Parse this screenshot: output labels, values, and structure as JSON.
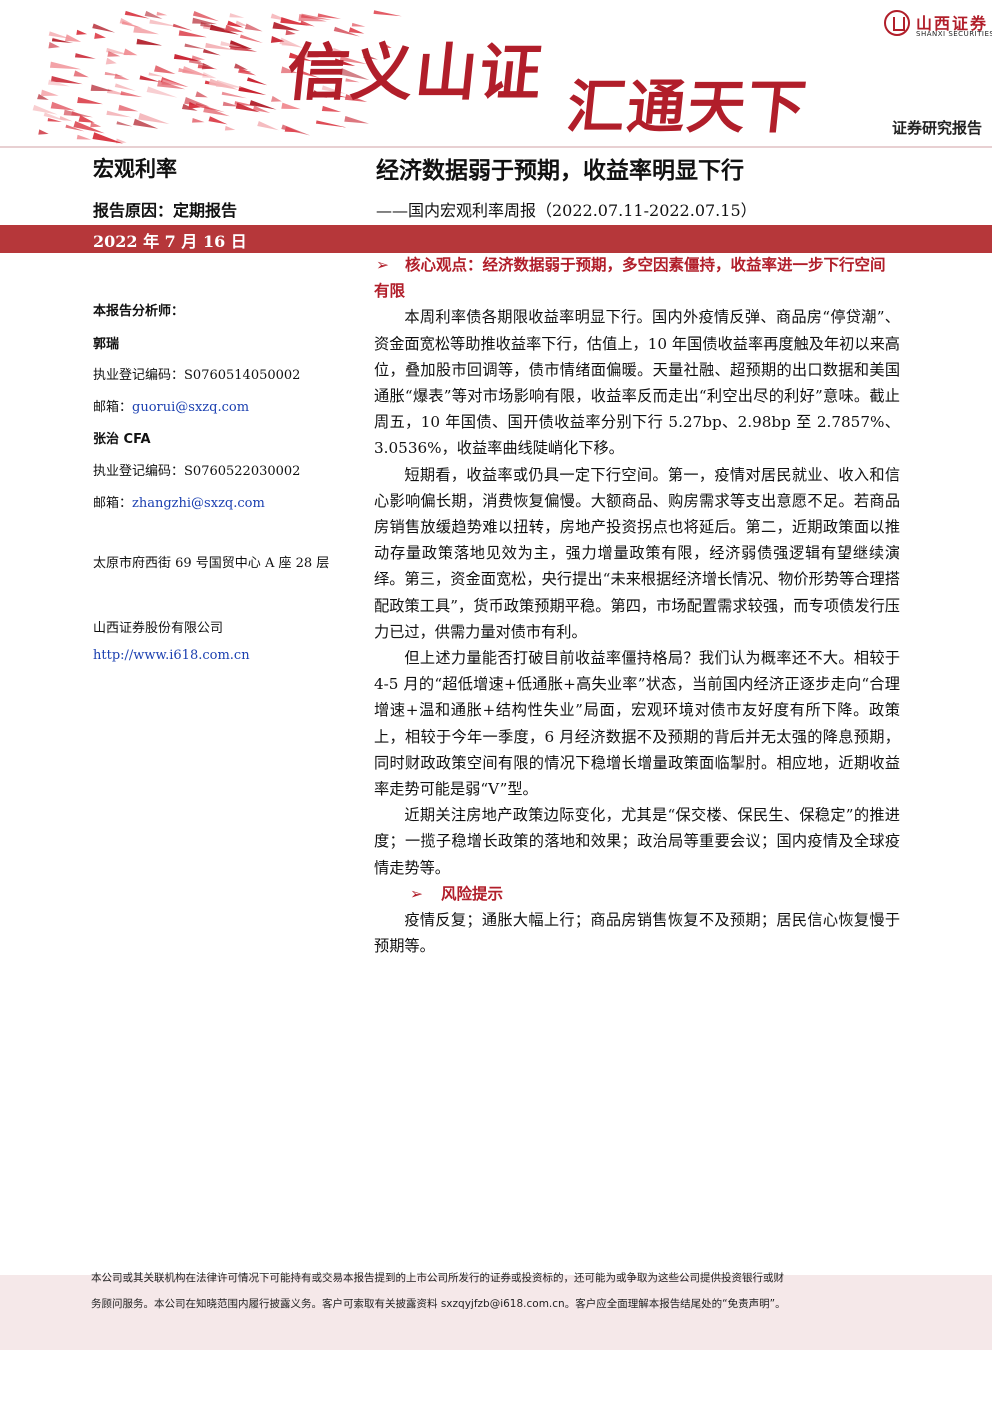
{
  "header": {
    "slogan_part1": "信义山证",
    "slogan_part2": "汇通天下",
    "logo_cn": "山西证券",
    "logo_en": "SHANXI SECURITIES",
    "doc_type": "证券研究报告",
    "brand_color": "#b11e2a"
  },
  "title_block": {
    "section_label": "宏观利率",
    "main_title": "经济数据弱于预期，收益率明显下行",
    "reason": "报告原因：定期报告",
    "subtitle": "——国内宏观利率周报（2022.07.11-2022.07.15）",
    "date": "2022 年 7 月 16 日"
  },
  "sidebar": {
    "analysts_heading": "本报告分析师：",
    "analysts": [
      {
        "name": "郭瑞",
        "reg_label": "执业登记编码：",
        "reg_code": "S0760514050002",
        "email_label": "邮箱：",
        "email": "guorui@sxzq.com"
      },
      {
        "name": "张治 CFA",
        "reg_label": "执业登记编码：",
        "reg_code": "S0760522030002",
        "email_label": "邮箱：",
        "email": "zhangzhi@sxzq.com"
      }
    ],
    "address": "太原市府西街 69 号国贸中心 A 座 28 层",
    "company": "山西证券股份有限公司",
    "website": "http://www.i618.com.cn"
  },
  "body": {
    "core_arrow": "➢",
    "core_heading": "核心观点：经济数据弱于预期，多空因素僵持，收益率进一步下行空间有限",
    "paragraphs": [
      "本周利率债各期限收益率明显下行。国内外疫情反弹、商品房“停贷潮”、资金面宽松等助推收益率下行，估值上，10 年国债收益率再度触及年初以来高位，叠加股市回调等，债市情绪面偏暖。天量社融、超预期的出口数据和美国通胀“爆表”等对市场影响有限，收益率反而走出“利空出尽的利好”意味。截止周五，10 年国债、国开债收益率分别下行 5.27bp、2.98bp 至 2.7857%、3.0536%，收益率曲线陡峭化下移。",
      "短期看，收益率或仍具一定下行空间。第一，疫情对居民就业、收入和信心影响偏长期，消费恢复偏慢。大额商品、购房需求等支出意愿不足。若商品房销售放缓趋势难以扭转，房地产投资拐点也将延后。第二，近期政策面以推动存量政策落地见效为主，强力增量政策有限，经济弱债强逻辑有望继续演绎。第三，资金面宽松，央行提出“未来根据经济增长情况、物价形势等合理搭配政策工具”，货币政策预期平稳。第四，市场配置需求较强，而专项债发行压力已过，供需力量对债市有利。",
      "但上述力量能否打破目前收益率僵持格局？我们认为概率还不大。相较于 4-5 月的“超低增速+低通胀+高失业率”状态，当前国内经济正逐步走向“合理增速+温和通胀+结构性失业”局面，宏观环境对债市友好度有所下降。政策上，相较于今年一季度，6 月经济数据不及预期的背后并无太强的降息预期，同时财政政策空间有限的情况下稳增长增量政策面临掣肘。相应地，近期收益率走势可能是弱“V”型。",
      "近期关注房地产政策边际变化，尤其是“保交楼、保民生、保稳定”的推进度；一揽子稳增长政策的落地和效果；政治局等重要会议；国内疫情及全球疫情走势等。"
    ],
    "risk_arrow": "➢",
    "risk_heading": "风险提示",
    "risk_text": "疫情反复；通胀大幅上行；商品房销售恢复不及预期；居民信心恢复慢于预期等。"
  },
  "footer": {
    "disclaimer_line1": "本公司或其关联机构在法律许可情况下可能持有或交易本报告提到的上市公司所发行的证券或投资标的，还可能为或争取为这些公司提供投资银行或财",
    "disclaimer_line2": "务顾问服务。本公司在知晓范围内履行披露义务。客户可索取有关披露资料 sxzqyjfzb@i618.com.cn。客户应全面理解本报告结尾处的“免责声明”。"
  }
}
